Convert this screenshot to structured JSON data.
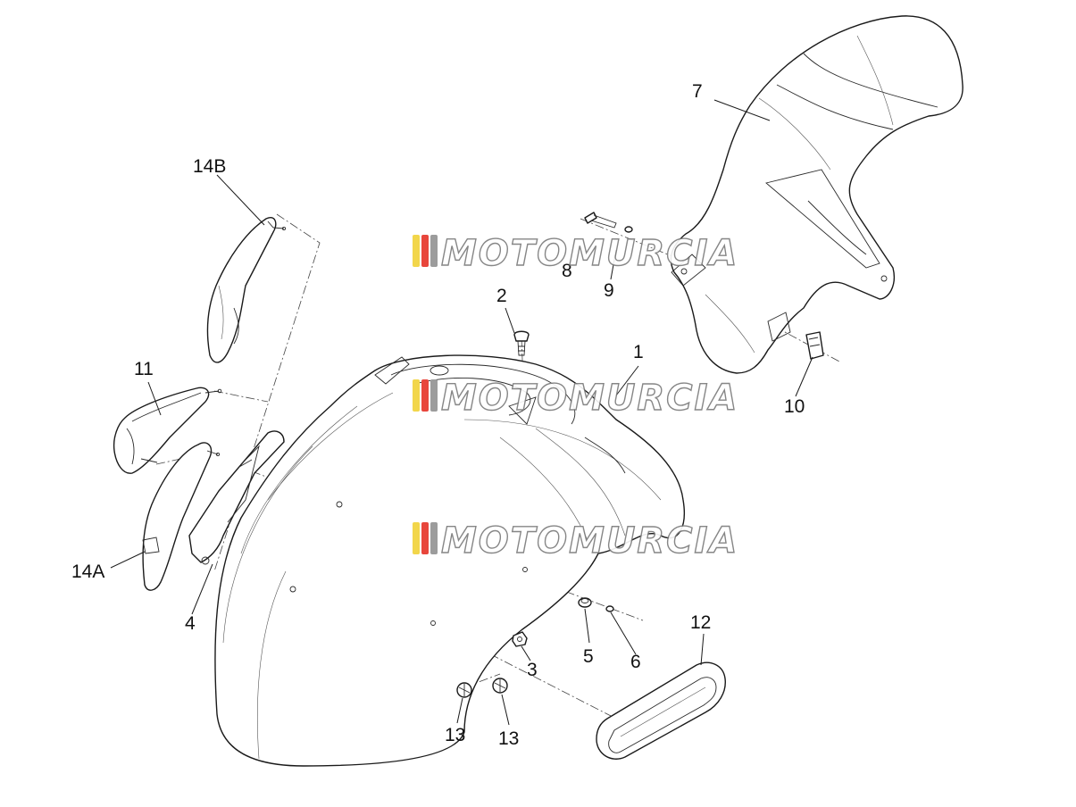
{
  "diagram": {
    "callouts": {
      "c1": "1",
      "c2": "2",
      "c3": "3",
      "c4": "4",
      "c5": "5",
      "c6": "6",
      "c7": "7",
      "c8": "8",
      "c9": "9",
      "c10": "10",
      "c11": "11",
      "c12": "12",
      "c13a": "13",
      "c13b": "13",
      "c14a": "14A",
      "c14b": "14B"
    }
  },
  "watermark": {
    "text": "MOTOMURCIA",
    "stripe_colors": [
      "#f2d64b",
      "#e8463c",
      "#9c9c9c"
    ]
  }
}
